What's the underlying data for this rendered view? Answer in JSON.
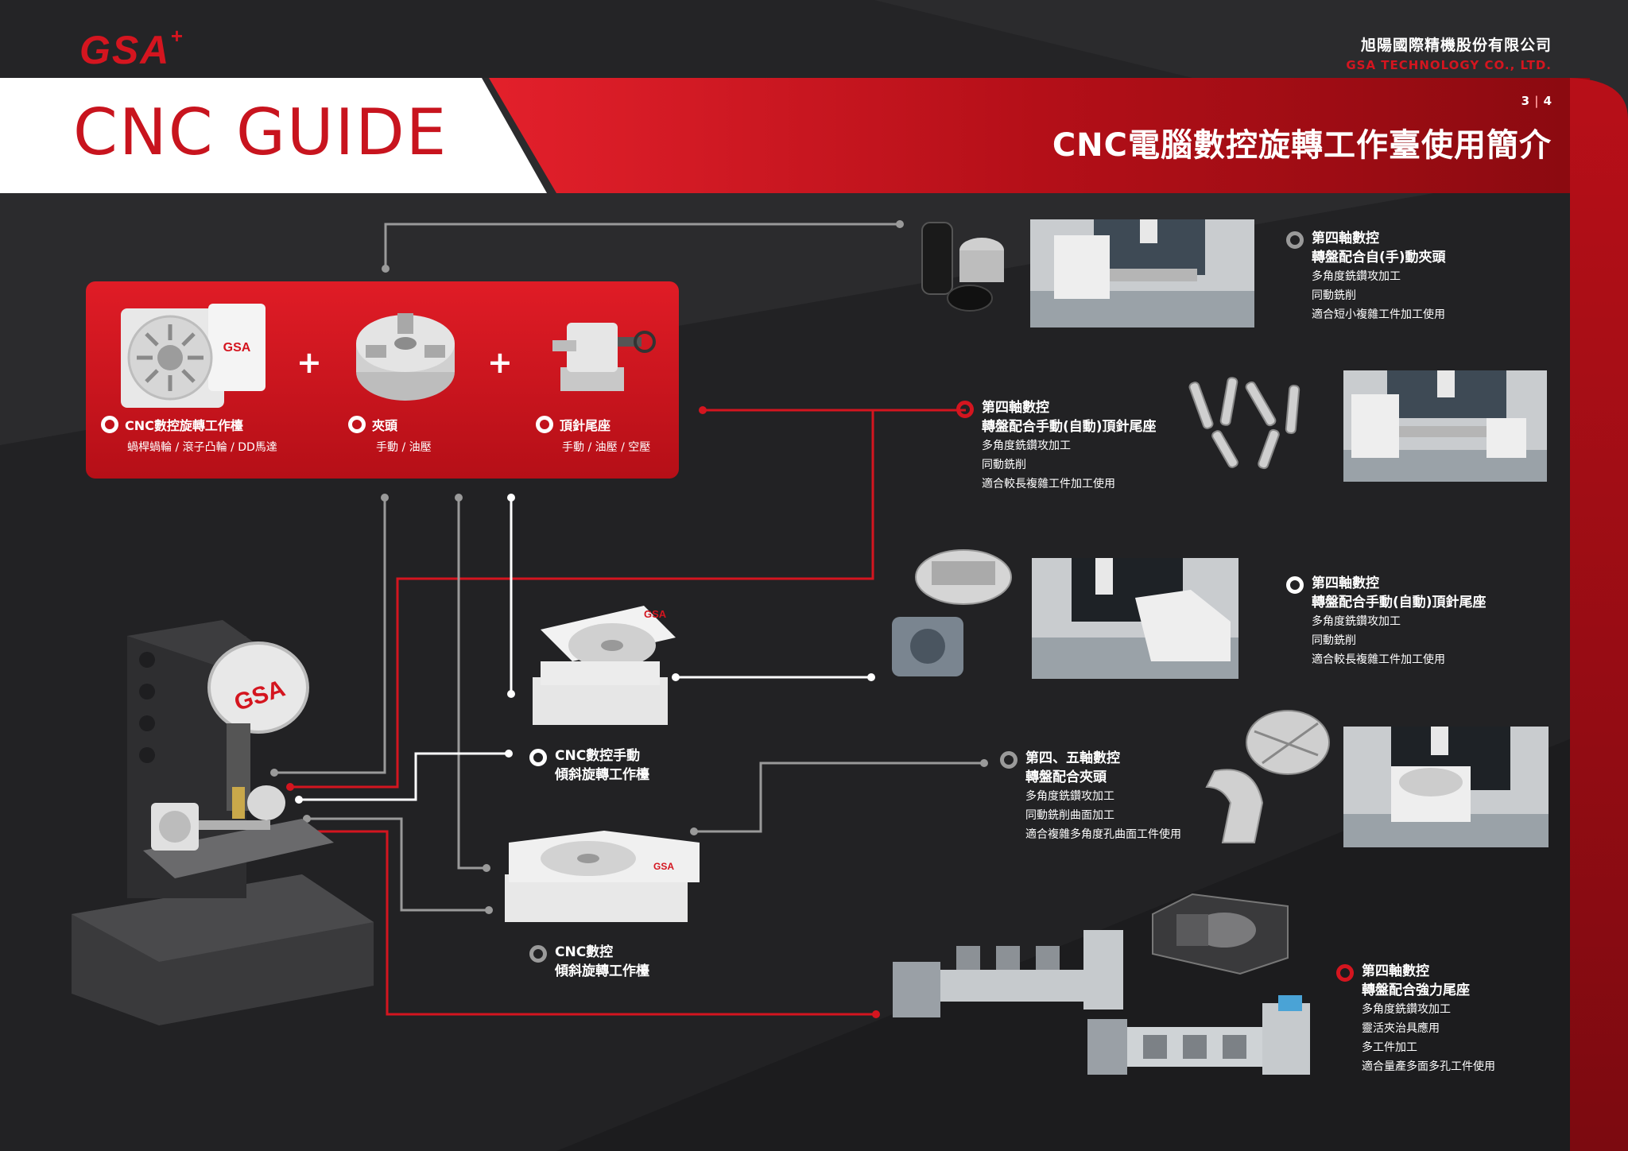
{
  "header": {
    "logo_text": "GSA",
    "logo_sup": "+",
    "company_zh": "旭陽國際精機股份有限公司",
    "company_en": "GSA TECHNOLOGY CO., LTD.",
    "guide_title": "CNC GUIDE",
    "page_current": "3",
    "page_total": "4",
    "main_title": "CNC電腦數控旋轉工作臺使用簡介"
  },
  "panel": {
    "items": [
      {
        "label": "CNC數控旋轉工作檯",
        "sub": "蝸桿蝸輪 / 滾子凸輪 / DD馬達"
      },
      {
        "label": "夾頭",
        "sub": "手動 / 油壓"
      },
      {
        "label": "頂針尾座",
        "sub": "手動 / 油壓 / 空壓"
      }
    ],
    "plus": "+"
  },
  "tables": {
    "tilt_manual": {
      "line1": "CNC數控手動",
      "line2": "傾斜旋轉工作檯"
    },
    "tilt_cnc": {
      "line1": "CNC數控",
      "line2": "傾斜旋轉工作檯"
    }
  },
  "applications": [
    {
      "title1": "第四軸數控",
      "title2": "轉盤配合自(手)動夾頭",
      "lines": [
        "多角度銑鑽攻加工",
        "同動銑削",
        "適合短小複雜工件加工使用"
      ]
    },
    {
      "title1": "第四軸數控",
      "title2": "轉盤配合手動(自動)頂針尾座",
      "lines": [
        "多角度銑鑽攻加工",
        "同動銑削",
        "適合較長複雜工件加工使用"
      ]
    },
    {
      "title1": "第四軸數控",
      "title2": "轉盤配合手動(自動)頂針尾座",
      "lines": [
        "多角度銑鑽攻加工",
        "同動銑削",
        "適合較長複雜工件加工使用"
      ]
    },
    {
      "title1": "第四、五軸數控",
      "title2": "轉盤配合夾頭",
      "lines": [
        "多角度銑鑽攻加工",
        "同動銑削曲面加工",
        "適合複雜多角度孔曲面工件使用"
      ]
    },
    {
      "title1": "第四軸數控",
      "title2": "轉盤配合強力尾座",
      "lines": [
        "多角度銑鑽攻加工",
        "靈活夾治具應用",
        "多工件加工",
        "適合量產多面多孔工件使用"
      ]
    }
  ],
  "colors": {
    "brand_red": "#d4151f",
    "background": "#2a2a2c",
    "line_grey": "#9a9a9a"
  }
}
